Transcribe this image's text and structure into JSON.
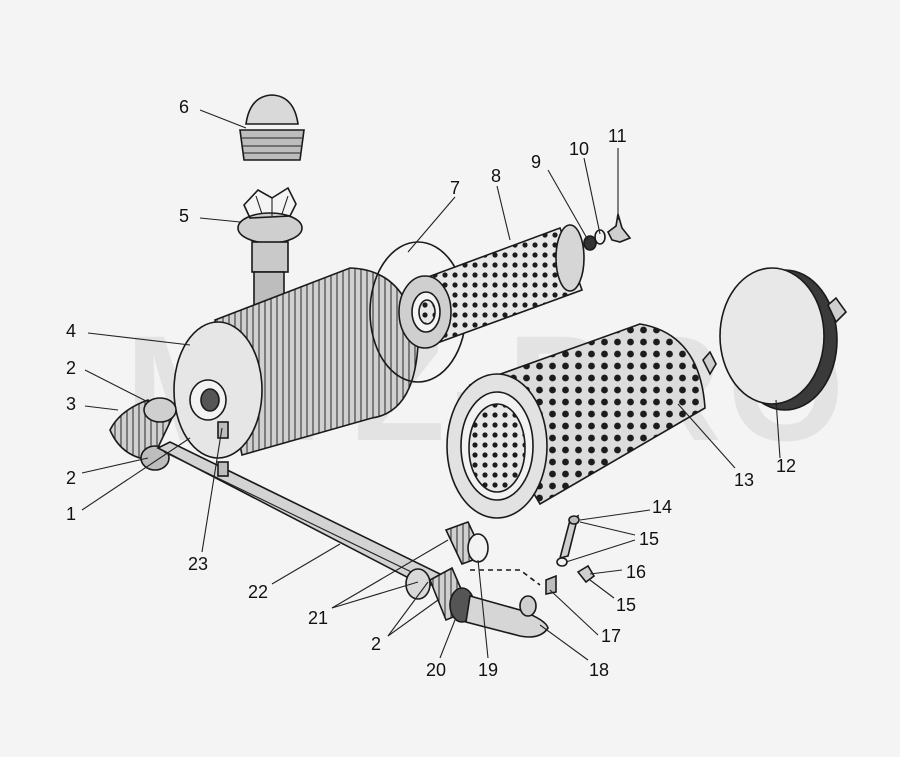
{
  "watermark": "MTZ-PRO",
  "callouts": [
    {
      "id": "6",
      "text": "6"
    },
    {
      "id": "5",
      "text": "5"
    },
    {
      "id": "7",
      "text": "7"
    },
    {
      "id": "8",
      "text": "8"
    },
    {
      "id": "9",
      "text": "9"
    },
    {
      "id": "10",
      "text": "10"
    },
    {
      "id": "11",
      "text": "11"
    },
    {
      "id": "4",
      "text": "4"
    },
    {
      "id": "2a",
      "text": "2"
    },
    {
      "id": "3",
      "text": "3"
    },
    {
      "id": "2b",
      "text": "2"
    },
    {
      "id": "1",
      "text": "1"
    },
    {
      "id": "13",
      "text": "13"
    },
    {
      "id": "12",
      "text": "12"
    },
    {
      "id": "14",
      "text": "14"
    },
    {
      "id": "15a",
      "text": "15"
    },
    {
      "id": "16",
      "text": "16"
    },
    {
      "id": "15b",
      "text": "15"
    },
    {
      "id": "17",
      "text": "17"
    },
    {
      "id": "18",
      "text": "18"
    },
    {
      "id": "19",
      "text": "19"
    },
    {
      "id": "20",
      "text": "20"
    },
    {
      "id": "2c",
      "text": "2"
    },
    {
      "id": "21",
      "text": "21"
    },
    {
      "id": "22",
      "text": "22"
    },
    {
      "id": "23",
      "text": "23"
    }
  ]
}
